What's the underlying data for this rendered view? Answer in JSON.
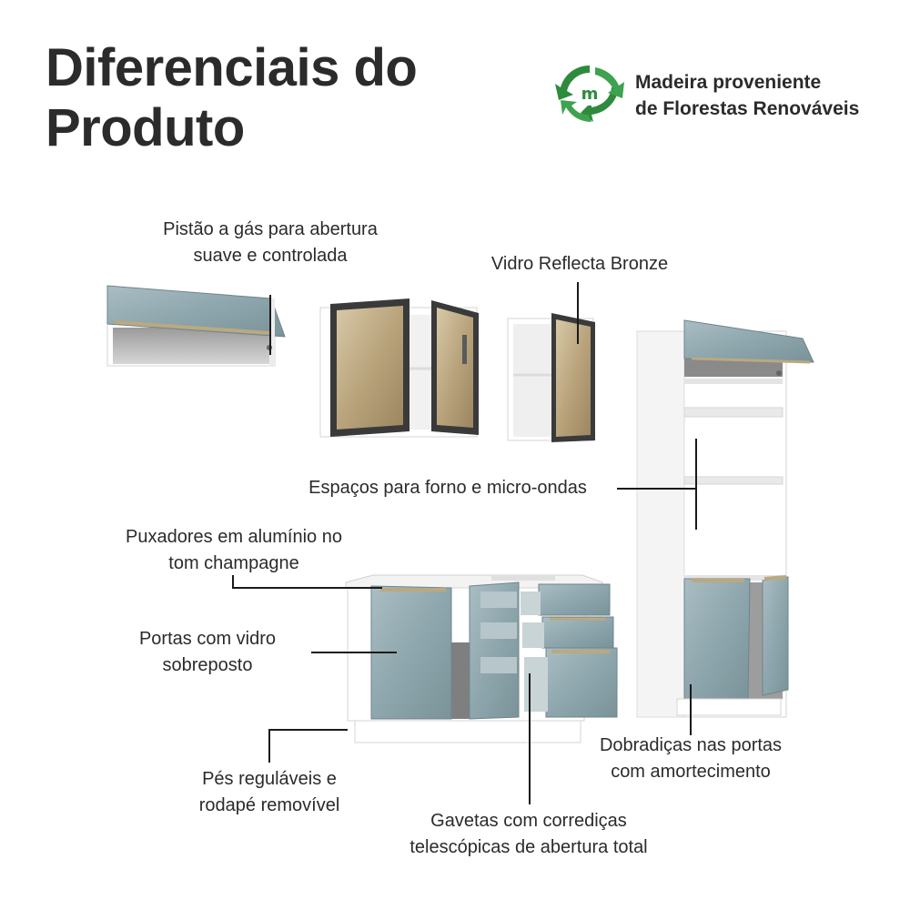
{
  "title": {
    "line1": "Diferenciais do",
    "line2": "Produto"
  },
  "badge": {
    "icon": "recycle-leaf-m-icon",
    "icon_letter": "m",
    "line1": "Madeira proveniente",
    "line2": "de Florestas Renováveis",
    "color": "#2e8b3e"
  },
  "callouts": {
    "piston": {
      "line1": "Pistão a gás para abertura",
      "line2": "suave e controlada"
    },
    "glass": {
      "line1": "Vidro Reflecta Bronze"
    },
    "oven": {
      "line1": "Espaços para forno e micro-ondas"
    },
    "handles": {
      "line1": "Puxadores em alumínio no",
      "line2": "tom champagne"
    },
    "doors": {
      "line1": "Portas com vidro",
      "line2": "sobreposto"
    },
    "feet": {
      "line1": "Pés reguláveis e",
      "line2": "rodapé removível"
    },
    "drawers": {
      "line1": "Gavetas com corrediças",
      "line2": "telescópicas de abertura total"
    },
    "hinges": {
      "line1": "Dobradiças nas portas",
      "line2": "com amortecimento"
    }
  },
  "colors": {
    "cabinet_white": "#ffffff",
    "glass_blue": "#8fa8ae",
    "bronze": "#b7a27c",
    "handle": "#b9a98a"
  }
}
